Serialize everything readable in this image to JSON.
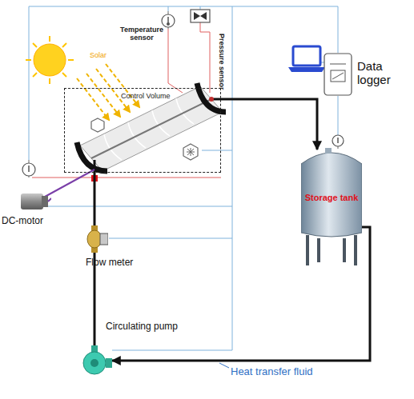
{
  "diagram": {
    "nodes": [
      {
        "text": [
          "Control Volume"
        ]
      },
      {
        "text": [
          "Storage tank"
        ]
      },
      {
        "text": [
          "Circulating pump"
        ]
      },
      {
        "text": [
          "Flow meter"
        ]
      },
      {
        "text": [
          "Data logger"
        ]
      },
      {
        "text": [
          "DC-motor"
        ]
      }
    ],
    "edges": [
      {
        "from": 0,
        "to": 1,
        "arrow": "to"
      },
      {
        "from": 1,
        "to": 2,
        "arrow": "to"
      },
      {
        "from": 2,
        "to": 3,
        "arrow": "none"
      },
      {
        "from": 3,
        "to": 0,
        "arrow": "none"
      }
    ],
    "labels": [
      "Solar",
      "Temperature sensor",
      "Pressure sensor",
      "Heat transfer fluid"
    ]
  }
}
